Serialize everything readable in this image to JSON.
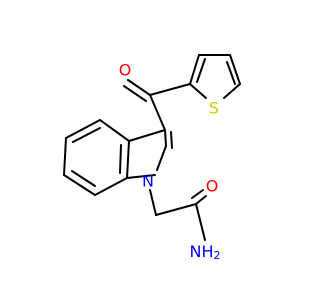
{
  "molecule": {
    "atoms": {
      "carbonyl_oxygen": {
        "label": "O",
        "color": "#FF0000"
      },
      "amide_oxygen": {
        "label": "O",
        "color": "#FF0000"
      },
      "sulfur": {
        "label": "S",
        "color": "#CCCC00"
      },
      "indole_nitrogen": {
        "label": "N",
        "color": "#0000FF"
      },
      "amide_nitrogen": {
        "label": "NH",
        "subscript": "2",
        "color": "#0000FF"
      }
    },
    "bond_color": "#000000",
    "background": "#FFFFFF"
  }
}
